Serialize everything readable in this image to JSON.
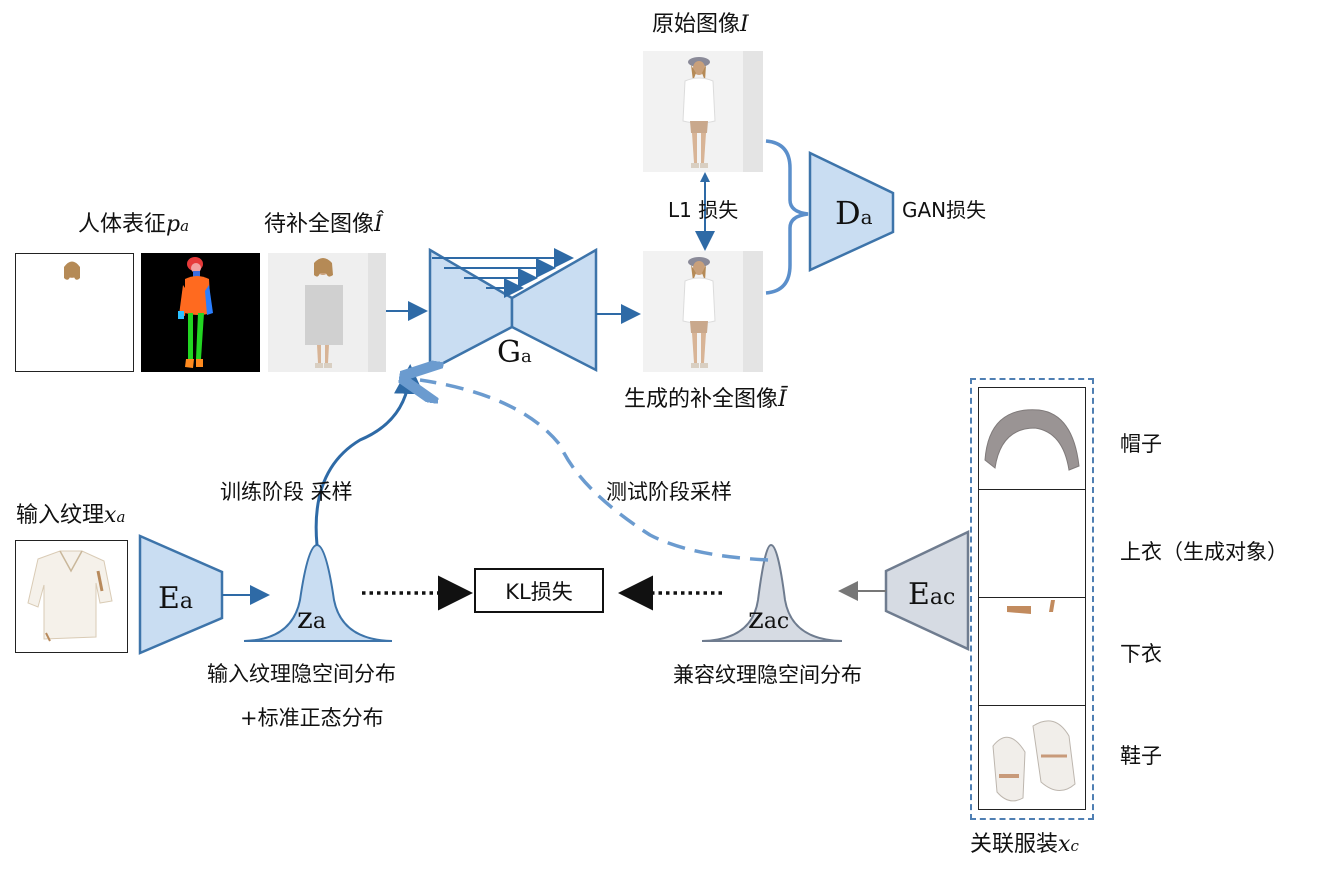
{
  "labels": {
    "original_image": "原始图像",
    "original_image_symbol": "I",
    "body_repr": "人体表征",
    "body_repr_symbol": "p",
    "body_repr_sub": "a",
    "to_complete": "待补全图像",
    "to_complete_symbol": "Î",
    "l1_loss": "L1  损失",
    "gan_loss": "GAN损失",
    "generated": "生成的补全图像",
    "generated_symbol": "Ī",
    "input_texture": "输入纹理",
    "input_texture_symbol": "x",
    "input_texture_sub": "a",
    "train_sampling": "训练阶段 采样",
    "test_sampling": "测试阶段采样",
    "kl_loss": "KL损失",
    "za_dist_line1": "输入纹理隐空间分布",
    "za_dist_line2": "+标准正态分布",
    "zac_dist": "兼容纹理隐空间分布",
    "related_outfit": "关联服装",
    "related_outfit_symbol": "x",
    "related_outfit_sub": "c"
  },
  "modules": {
    "generator": {
      "main": "G",
      "sub": "a"
    },
    "discriminator": {
      "main": "D",
      "sub": "a"
    },
    "encoder_a": {
      "main": "E",
      "sub": "a"
    },
    "encoder_ac": {
      "main": "E",
      "sub": "ac"
    },
    "latent_a": {
      "main": "z",
      "sub": "a"
    },
    "latent_ac": {
      "main": "z",
      "sub": "ac"
    }
  },
  "outfit_items": [
    {
      "label": "帽子"
    },
    {
      "label": "上衣（生成对象）"
    },
    {
      "label": "下衣"
    },
    {
      "label": "鞋子"
    }
  ],
  "colors": {
    "module_fill": "#c9ddf2",
    "module_stroke": "#3d74aa",
    "gray_fill": "#d6dbe3",
    "gray_stroke": "#6f7c8f",
    "arrow": "#2e6aa6",
    "dashed": "#6b9bcf",
    "brace": "#5b8fcb"
  }
}
